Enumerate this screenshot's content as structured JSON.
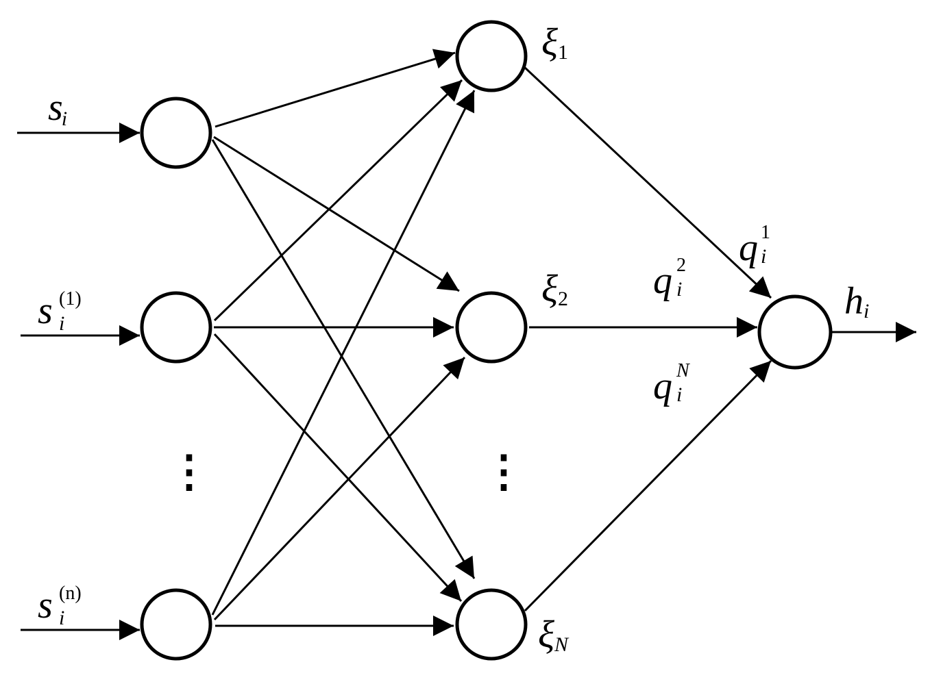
{
  "network": {
    "inputs": [
      {
        "base": "s",
        "sub": "i",
        "sup": ""
      },
      {
        "base": "s",
        "sub": "i",
        "sup": "(1)"
      },
      {
        "base": "s",
        "sub": "i",
        "sup": "(n)"
      }
    ],
    "hidden": [
      {
        "base": "ξ",
        "sub": "1"
      },
      {
        "base": "ξ",
        "sub": "2"
      },
      {
        "base": "ξ",
        "sub": "N"
      }
    ],
    "weights": [
      {
        "base": "q",
        "sub": "i",
        "sup": "1"
      },
      {
        "base": "q",
        "sub": "i",
        "sup": "2"
      },
      {
        "base": "q",
        "sub": "i",
        "sup": "N"
      }
    ],
    "output": {
      "base": "h",
      "sub": "i"
    },
    "ellipsis": "⋮"
  }
}
